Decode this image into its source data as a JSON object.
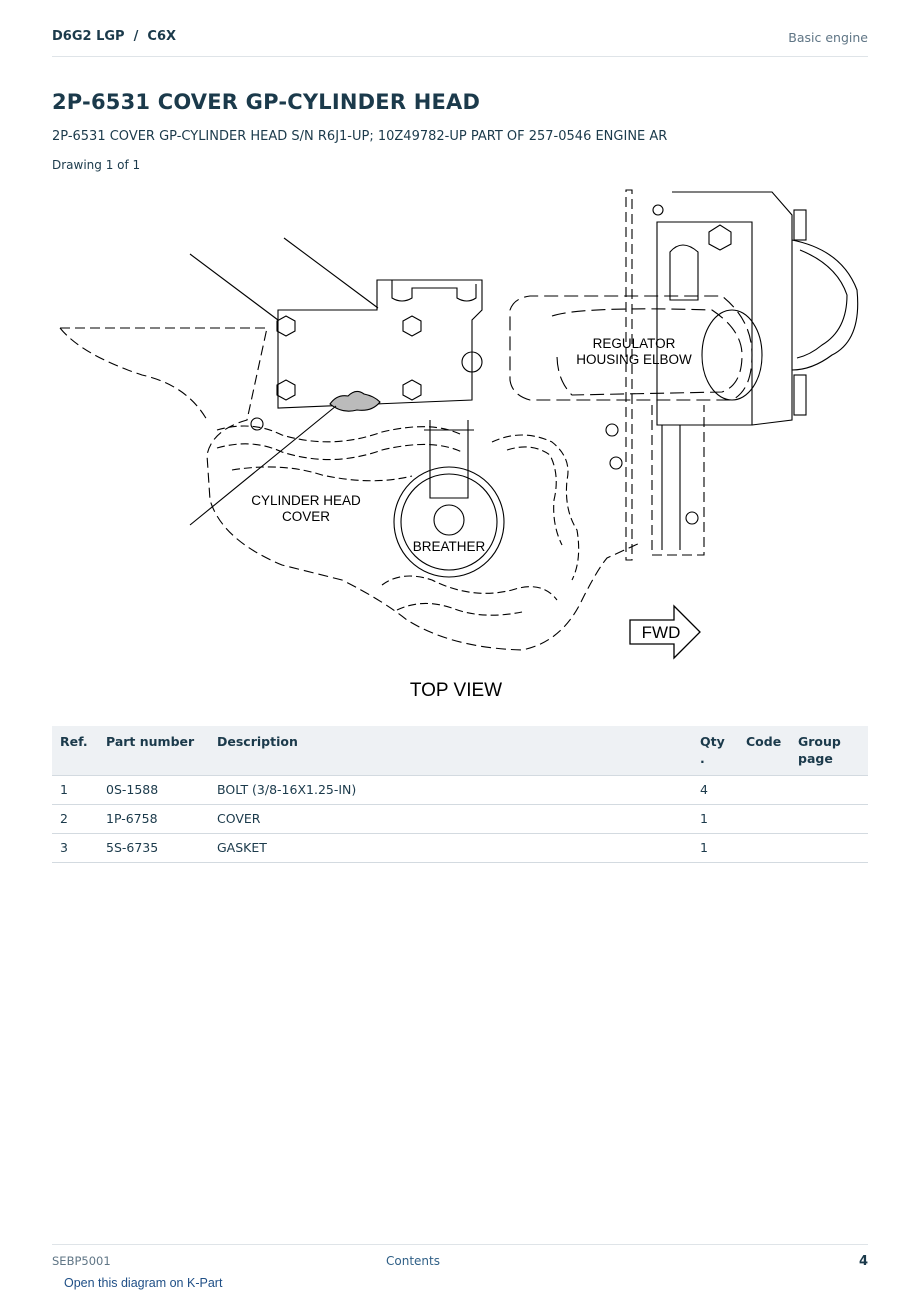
{
  "header": {
    "breadcrumb": "D6G2 LGP  /  C6X",
    "section": "Basic engine"
  },
  "title": "2P-6531 COVER GP-CYLINDER HEAD",
  "subtitle": "2P-6531 COVER GP-CYLINDER HEAD S/N R6J1-UP; 10Z49782-UP PART OF 257-0546 ENGINE AR",
  "drawing_count": "Drawing 1 of 1",
  "diagram": {
    "labels": {
      "regulator_line1": "REGULATOR",
      "regulator_line2": "HOUSING ELBOW",
      "cylinder_line1": "CYLINDER HEAD",
      "cylinder_line2": "COVER",
      "breather": "BREATHER",
      "fwd": "FWD",
      "view": "TOP VIEW"
    }
  },
  "table": {
    "headers": {
      "ref": "Ref.",
      "part_number": "Part number",
      "description": "Description",
      "qty": "Qty .",
      "code": "Code",
      "group_page": "Group page"
    },
    "rows": [
      {
        "ref": "1",
        "part_number": "0S-1588",
        "description": "BOLT (3/8-16X1.25-IN)",
        "qty": "4",
        "code": "",
        "group_page": ""
      },
      {
        "ref": "2",
        "part_number": "1P-6758",
        "description": "COVER",
        "qty": "1",
        "code": "",
        "group_page": ""
      },
      {
        "ref": "3",
        "part_number": "5S-6735",
        "description": "GASKET",
        "qty": "1",
        "code": "",
        "group_page": ""
      }
    ]
  },
  "footer": {
    "doc_id": "SEBP5001",
    "contents_link": "Contents",
    "page_number": "4"
  },
  "kpart_link": "Open this diagram on K-Part"
}
